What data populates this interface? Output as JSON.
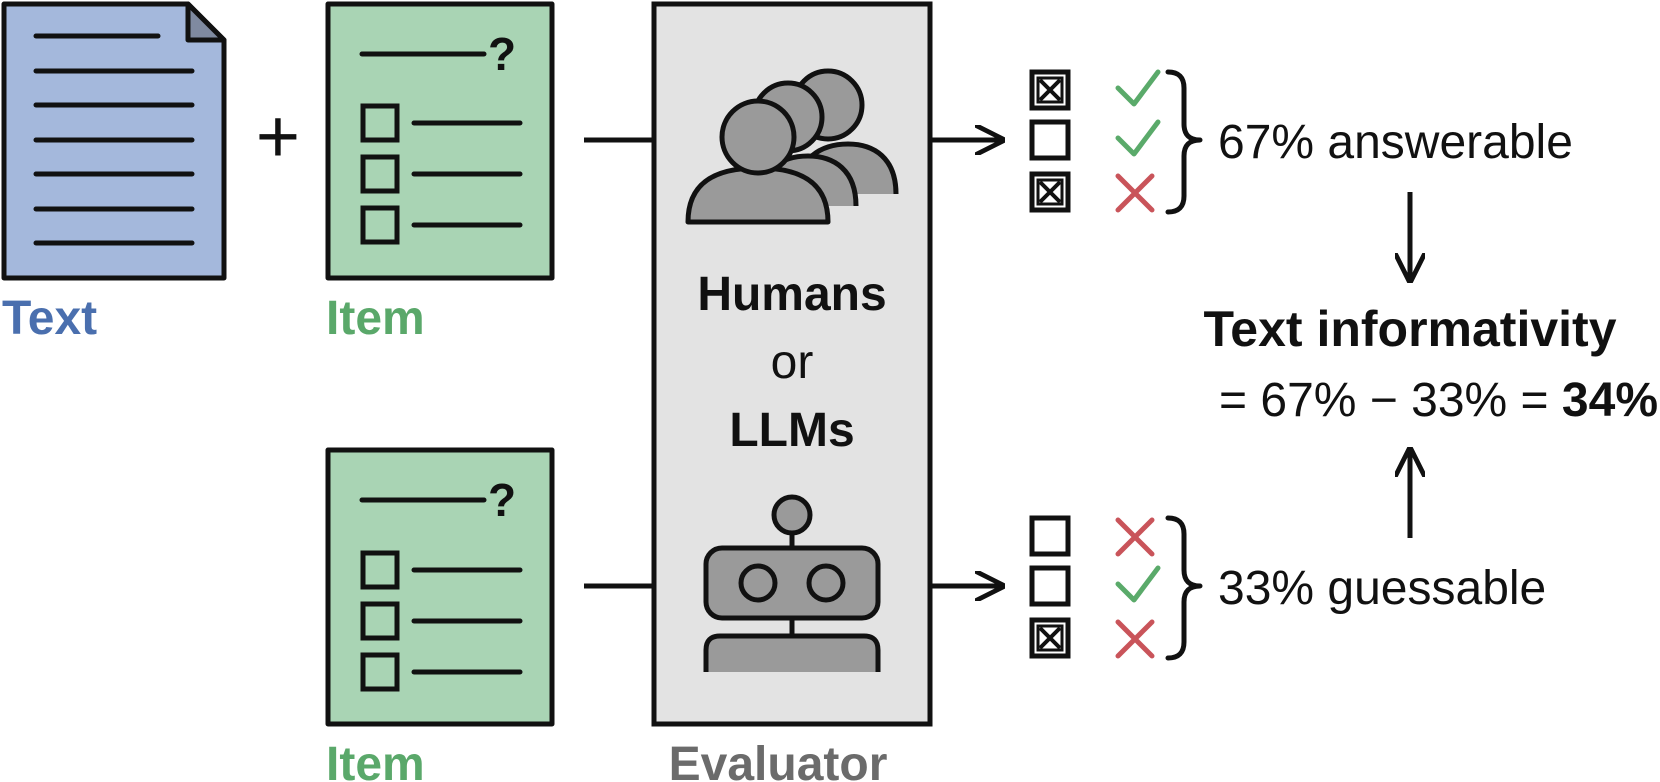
{
  "text_label": "Text",
  "item_label_top": "Item",
  "item_label_bottom": "Item",
  "plus_sign": "+",
  "evaluator": {
    "label": "Evaluator",
    "line1": "Humans",
    "line2": "or",
    "line3": "LLMs"
  },
  "top_result": {
    "marks": [
      {
        "checkbox": "checked",
        "result": "correct"
      },
      {
        "checkbox": "unchecked",
        "result": "correct"
      },
      {
        "checkbox": "checked",
        "result": "incorrect"
      }
    ],
    "summary": "67% answerable"
  },
  "bottom_result": {
    "marks": [
      {
        "checkbox": "unchecked",
        "result": "incorrect"
      },
      {
        "checkbox": "unchecked",
        "result": "correct"
      },
      {
        "checkbox": "checked",
        "result": "incorrect"
      }
    ],
    "summary": "33% guessable"
  },
  "informativity": {
    "title": "Text informativity",
    "formula_prefix": "= 67% − 33% = ",
    "formula_result": "34%"
  },
  "colors": {
    "text_doc_fill": "#a4b8dc",
    "text_label": "#4a6fae",
    "item_fill": "#a9d4b4",
    "item_label": "#5aa86a",
    "evaluator_fill": "#e3e3e3",
    "evaluator_label": "#6b6b6b",
    "icon_gray": "#9a9a9a",
    "check_green": "#5aaa6a",
    "cross_red": "#c9545a"
  }
}
